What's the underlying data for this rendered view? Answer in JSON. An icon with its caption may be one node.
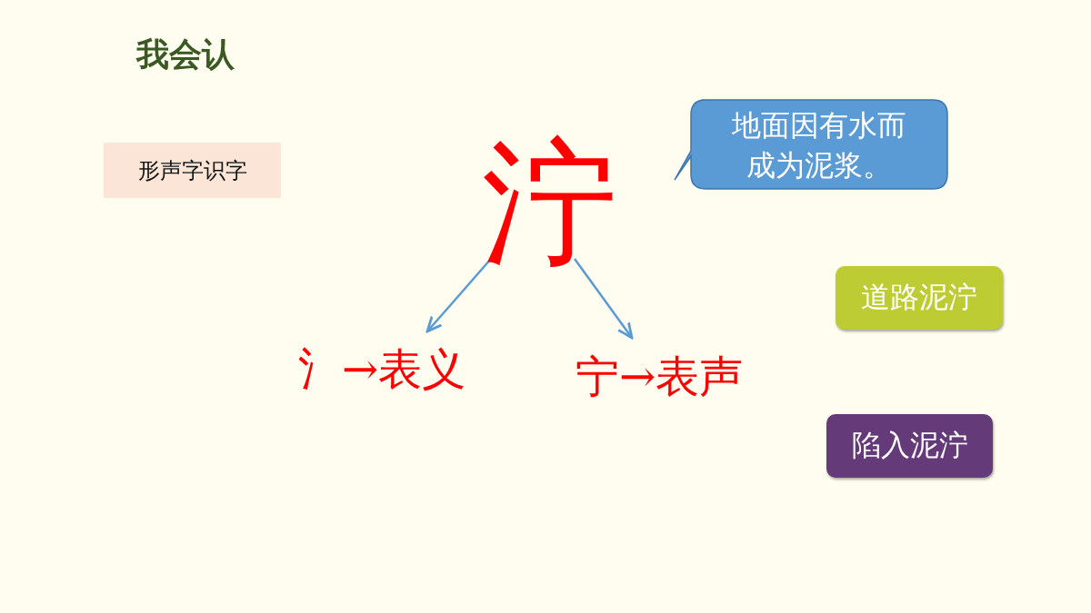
{
  "diagram": {
    "title": "我会认",
    "nodes": [
      {
        "text": [
          "泞"
        ]
      },
      {
        "text": [
          "氵→表义"
        ]
      },
      {
        "text": [
          "宁→表声"
        ]
      },
      {
        "text": [
          "形声字识字"
        ]
      },
      {
        "text": [
          "地面因有水而成为泥浆。"
        ]
      },
      {
        "text": [
          "道路泥泞"
        ]
      },
      {
        "text": [
          "陷入泥泞"
        ]
      }
    ],
    "edges": [
      {
        "from": 0,
        "to": 1,
        "arrow": "to"
      },
      {
        "from": 0,
        "to": 2,
        "arrow": "to"
      }
    ]
  }
}
